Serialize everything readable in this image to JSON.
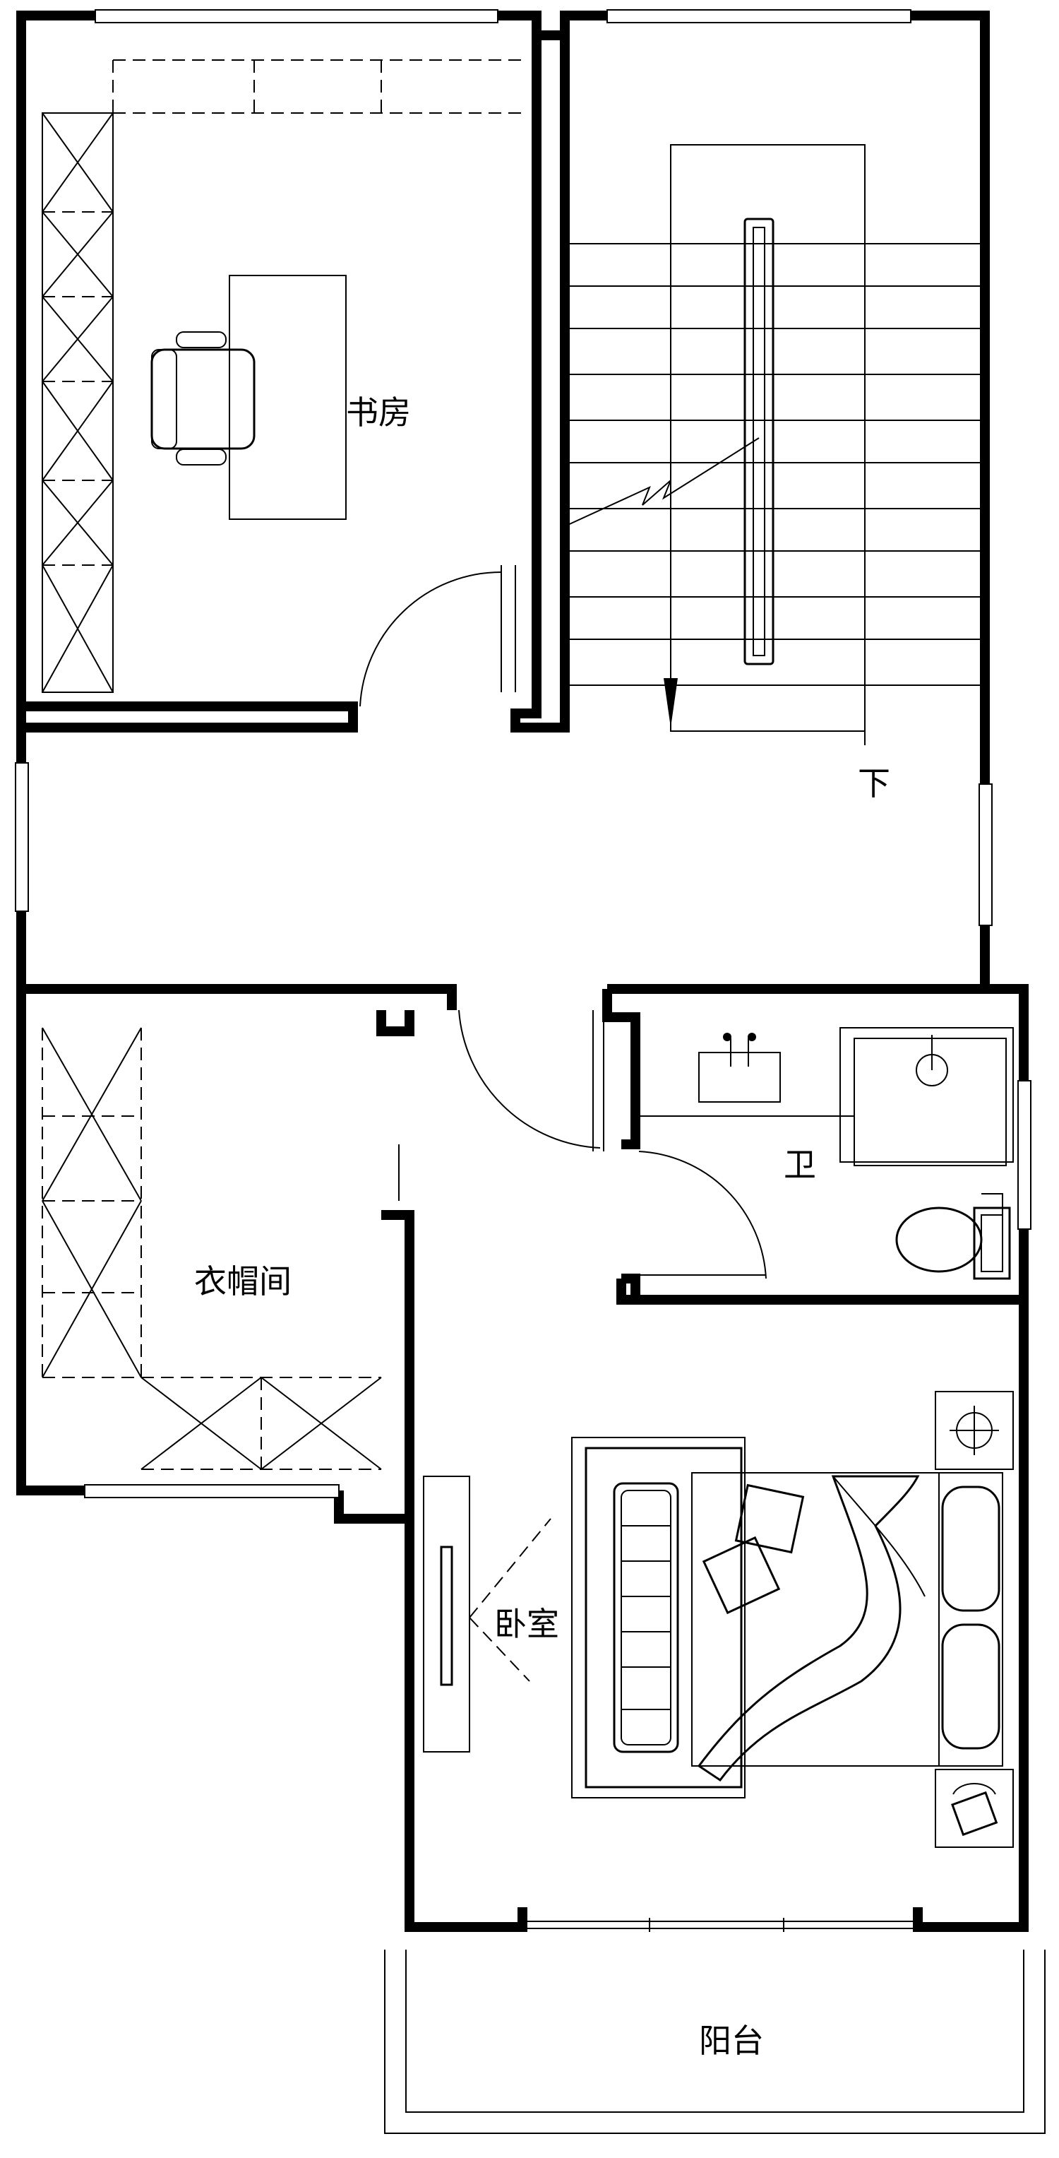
{
  "rooms": {
    "study": "书房",
    "stair_down": "下",
    "closet": "衣帽间",
    "bathroom": "卫",
    "bedroom": "卧室",
    "balcony": "阳台"
  },
  "colors": {
    "line": "#000000",
    "background": "#ffffff"
  },
  "icons": [
    "office-chair-icon",
    "washbasin-icon",
    "shower-icon",
    "toilet-icon",
    "lamp-icon",
    "telephone-icon",
    "pillow-icon",
    "stair-arrow-icon"
  ]
}
